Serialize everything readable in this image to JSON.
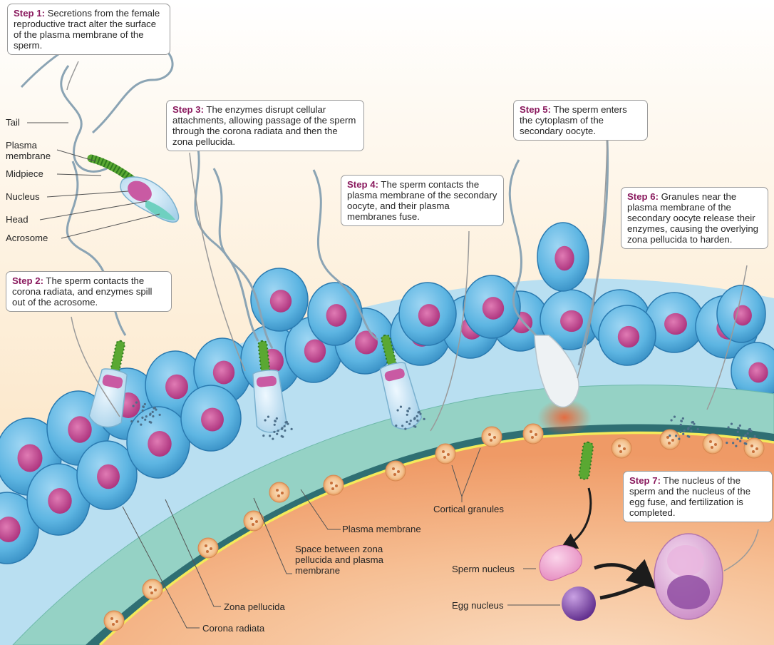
{
  "steps": [
    {
      "step": "Step 1:",
      "text": "Secretions from the female reproductive tract alter the surface of the plasma membrane of the sperm."
    },
    {
      "step": "Step 2:",
      "text": "The sperm contacts the corona radiata, and enzymes spill out of the acrosome."
    },
    {
      "step": "Step 3:",
      "text": "The enzymes disrupt cellular attachments, allowing passage of the sperm through the corona radiata and then the zona pellucida."
    },
    {
      "step": "Step 4:",
      "text": "The sperm contacts the plasma membrane of the secondary oocyte, and their plasma membranes fuse."
    },
    {
      "step": "Step 5:",
      "text": "The sperm enters the cytoplasm of the secondary oocyte."
    },
    {
      "step": "Step 6:",
      "text": "Granules near the plasma membrane of the secondary oocyte release their enzymes, causing the overlying zona pellucida to harden."
    },
    {
      "step": "Step 7:",
      "text": "The nucleus of the sperm and the nucleus of the egg fuse, and fertilization is completed."
    }
  ],
  "sperm_labels": {
    "tail": "Tail",
    "plasma_membrane": "Plasma membrane",
    "midpiece": "Midpiece",
    "nucleus": "Nucleus",
    "head": "Head",
    "acrosome": "Acrosome"
  },
  "egg_labels": {
    "cortical_granules": "Cortical granules",
    "plasma_membrane": "Plasma membrane",
    "perivitelline_space": "Space between zona pellucida and plasma membrane",
    "zona_pellucida": "Zona pellucida",
    "corona_radiata": "Corona radiata",
    "sperm_nucleus": "Sperm nucleus",
    "egg_nucleus": "Egg nucleus"
  },
  "colors": {
    "step_label": "#8a1a5e",
    "corona_cell": "#5fb6e2",
    "cell_nucleus": "#c2458f",
    "zona_pellucida": "#95d2c5",
    "cytoplasm": "#f2a877",
    "midpiece": "#5aa832"
  }
}
